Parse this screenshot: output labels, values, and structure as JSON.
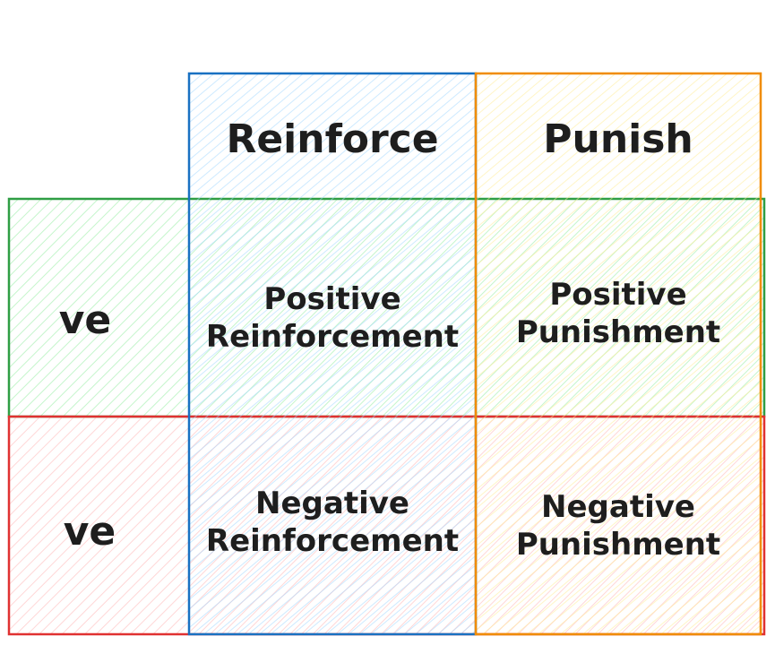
{
  "columns": {
    "reinforce": "Reinforce",
    "punish": "Punish"
  },
  "rows": {
    "positive": "ve",
    "negative": "ve"
  },
  "cells": {
    "positive_reinforcement": "Positive\nReinforcement",
    "positive_punishment": "Positive\nPunishment",
    "negative_reinforcement": "Negative\nReinforcement",
    "negative_punishment": "Negative\nPunishment"
  },
  "colors": {
    "blue_stroke": "#1971c2",
    "blue_fill": "#a5d8ff",
    "orange_stroke": "#f08c00",
    "orange_fill": "#ffec99",
    "green_stroke": "#2f9e44",
    "green_fill": "#b2f2bb",
    "red_stroke": "#e03131",
    "red_fill": "#ffc9c9",
    "text": "#1e1e1e"
  }
}
